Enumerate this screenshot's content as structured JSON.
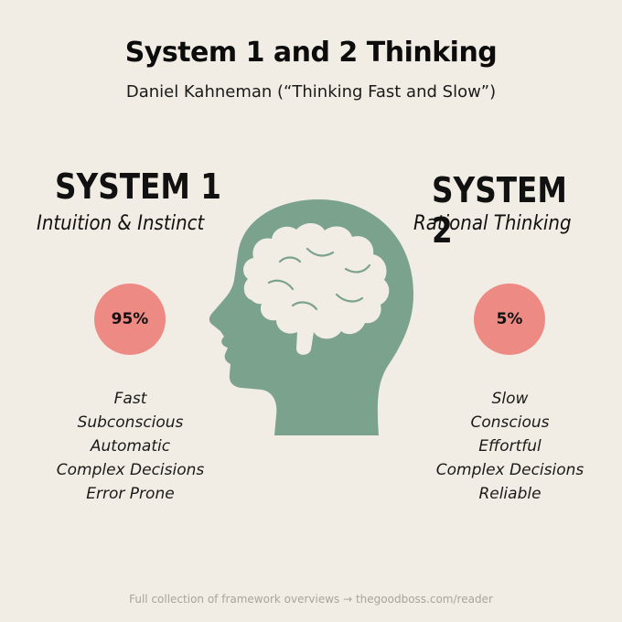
{
  "title": "System 1 and 2 Thinking",
  "subtitle": "Daniel Kahneman (“Thinking Fast and Slow”)",
  "colors": {
    "background": "#f2ede4",
    "head": "#7ba28c",
    "brain": "#f2ede4",
    "badge": "#ee8a84"
  },
  "icons": {
    "center": "head-with-brain-icon"
  },
  "system1": {
    "heading": "SYSTEM 1",
    "subheading": "Intuition & Instinct",
    "percent": "95%",
    "traits": [
      "Fast",
      "Subconscious",
      "Automatic",
      "Complex Decisions",
      "Error Prone"
    ]
  },
  "system2": {
    "heading": "SYSTEM 2",
    "subheading": "Rational Thinking",
    "percent": "5%",
    "traits": [
      "Slow",
      "Conscious",
      "Effortful",
      "Complex Decisions",
      "Reliable"
    ]
  },
  "footer": "Full collection of framework overviews → thegoodboss.com/reader"
}
